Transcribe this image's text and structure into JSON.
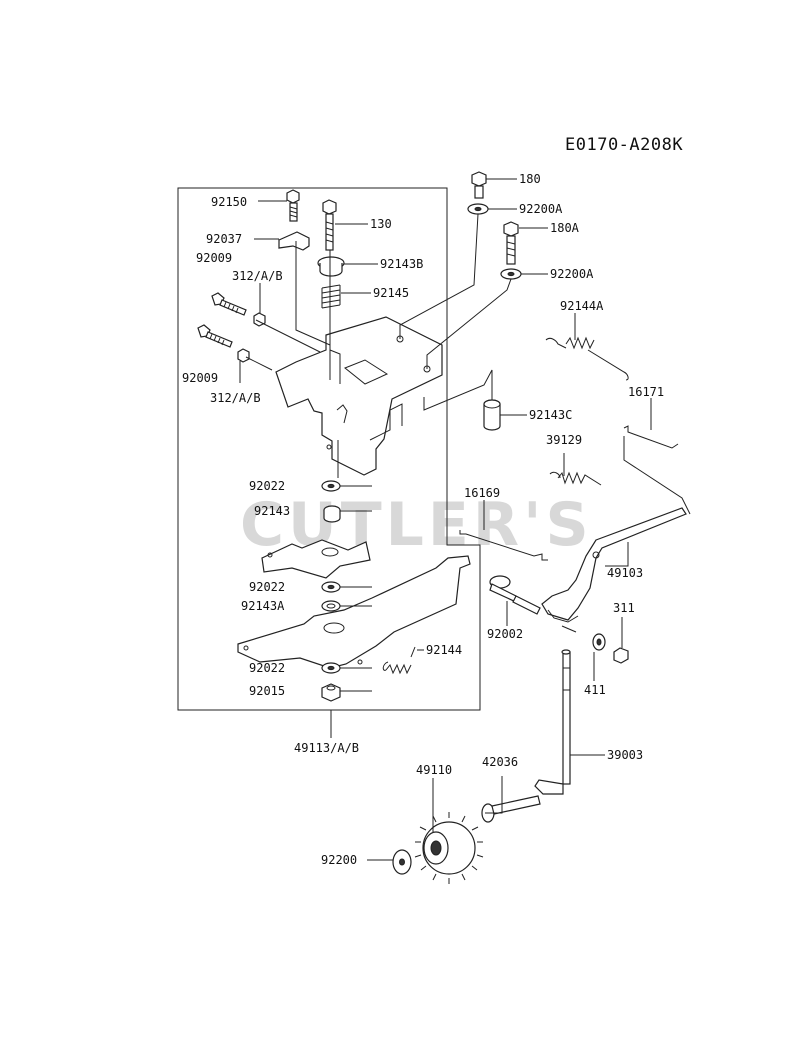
{
  "diagram_code": "E0170-A208K",
  "watermark": "CUTLER'S",
  "part_numbers": {
    "p92150": "92150",
    "p130": "130",
    "p180": "180",
    "p92200A_top": "92200A",
    "p180A": "180A",
    "p92037": "92037",
    "p92143B": "92143B",
    "p92200A_mid": "92200A",
    "p92009_top": "92009",
    "p312_top": "312/A/B",
    "p92145": "92145",
    "p92144A": "92144A",
    "p92009_bot": "92009",
    "p312_bot": "312/A/B",
    "p92143C": "92143C",
    "p16171": "16171",
    "p39129": "39129",
    "p92022_a": "92022",
    "p16169": "16169",
    "p92143": "92143",
    "p49103": "49103",
    "p92022_b": "92022",
    "p92143A": "92143A",
    "p311": "311",
    "p92002": "92002",
    "p92144": "92144",
    "p92022_c": "92022",
    "p411": "411",
    "p92015": "92015",
    "p49113": "49113/A/B",
    "p39003": "39003",
    "p49110": "49110",
    "p42036": "42036",
    "p92200": "92200"
  }
}
